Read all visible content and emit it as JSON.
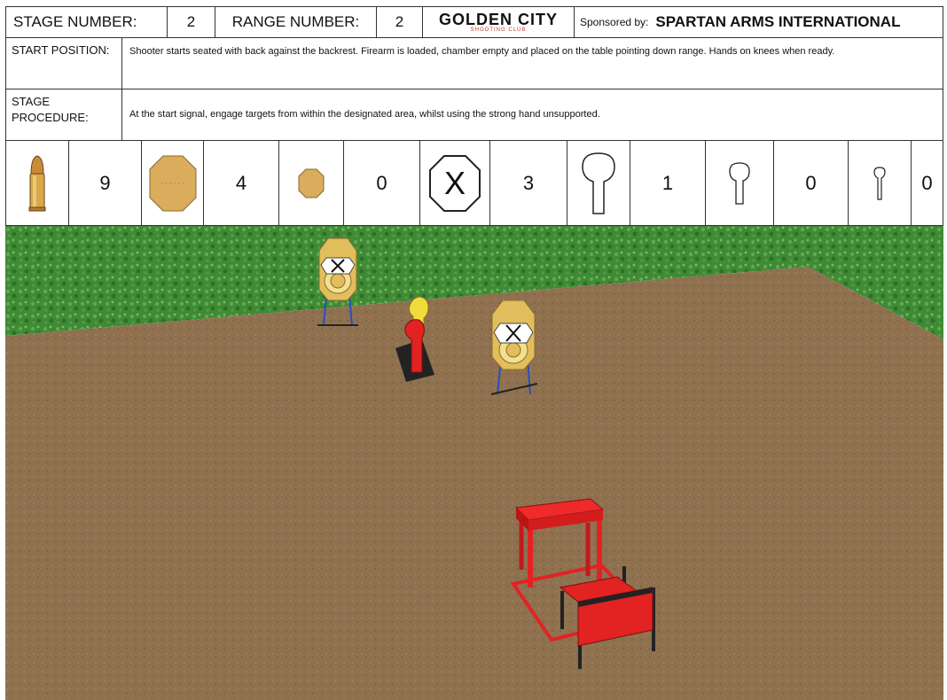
{
  "header": {
    "stage_label": "STAGE NUMBER:",
    "stage_value": "2",
    "range_label": "RANGE NUMBER:",
    "range_value": "2",
    "logo_main": "GOLDEN CITY",
    "logo_sub": "SHOOTING CLUB",
    "sponsor_label": "Sponsored by:",
    "sponsor_name": "SPARTAN ARMS INTERNATIONAL"
  },
  "start_position": {
    "label": "START POSITION:",
    "text": "Shooter starts seated with back against the backrest. Firearm is loaded, chamber empty and placed on the table pointing down range. Hands on knees when ready."
  },
  "stage_procedure": {
    "label": "STAGE PROCEDURE:",
    "text": "At the start signal, engage targets from within the designated area, whilst using the strong hand unsupported."
  },
  "target_counts": [
    {
      "icon": "cartridge-icon",
      "value": "9"
    },
    {
      "icon": "large-octagon-target-icon",
      "value": "4"
    },
    {
      "icon": "small-octagon-target-icon",
      "value": "0"
    },
    {
      "icon": "no-shoot-x-icon",
      "value": "3"
    },
    {
      "icon": "large-popper-icon",
      "value": "1"
    },
    {
      "icon": "medium-popper-icon",
      "value": "0"
    },
    {
      "icon": "small-popper-icon",
      "value": "0"
    }
  ],
  "colors": {
    "ground": "#8f7150",
    "grass": "#3f8a34",
    "target_tan": "#d9ad5b",
    "prop_red": "#e32222",
    "shooter_yellow": "#f2dc3c"
  }
}
